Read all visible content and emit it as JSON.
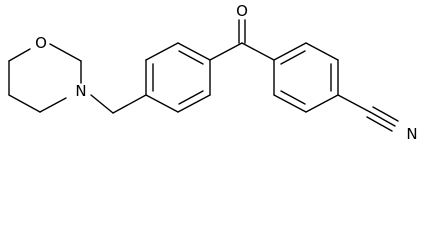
{
  "molecule": {
    "atoms": {
      "oxygen_morpholine": "O",
      "nitrogen_morpholine": "N",
      "oxygen_carbonyl": "O",
      "nitrile": "N"
    }
  },
  "colors": {
    "bond": "#000000",
    "label": "#000000",
    "background": "#ffffff"
  }
}
